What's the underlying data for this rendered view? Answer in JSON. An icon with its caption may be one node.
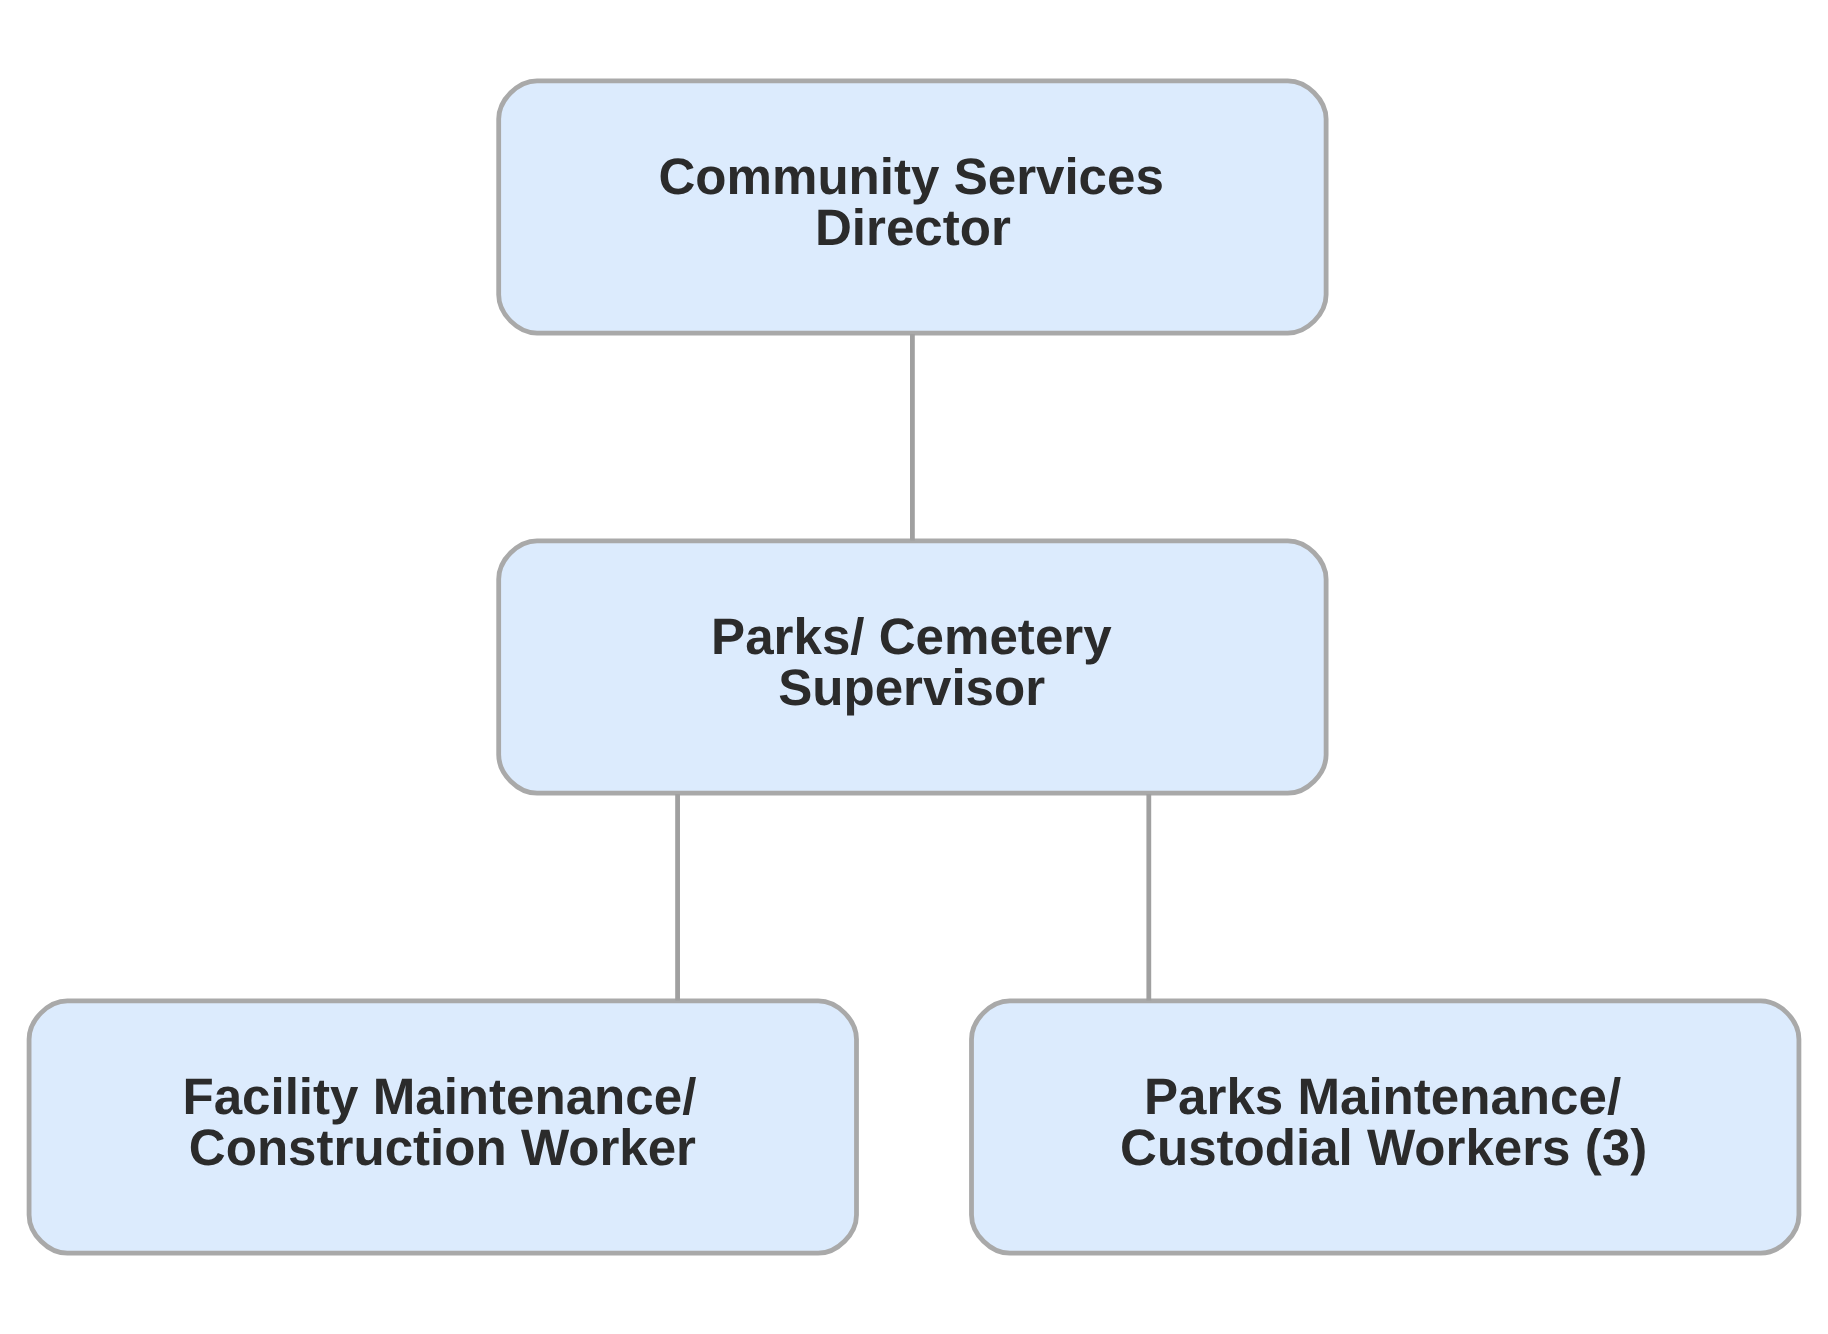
{
  "diagram": {
    "nodes": [
      {
        "text": [
          "Community Services Director"
        ]
      },
      {
        "text": [
          "Parks/ Cemetery Supervisor"
        ]
      },
      {
        "text": [
          "Facility Maintenance/ Construction Worker"
        ]
      },
      {
        "text": [
          "Parks Maintenance/ Custodial Workers (3)"
        ]
      }
    ],
    "edges": [
      {
        "from": 0,
        "to": 1,
        "arrow": "none"
      },
      {
        "from": 1,
        "to": 2,
        "arrow": "none"
      },
      {
        "from": 1,
        "to": 3,
        "arrow": "none"
      }
    ]
  }
}
